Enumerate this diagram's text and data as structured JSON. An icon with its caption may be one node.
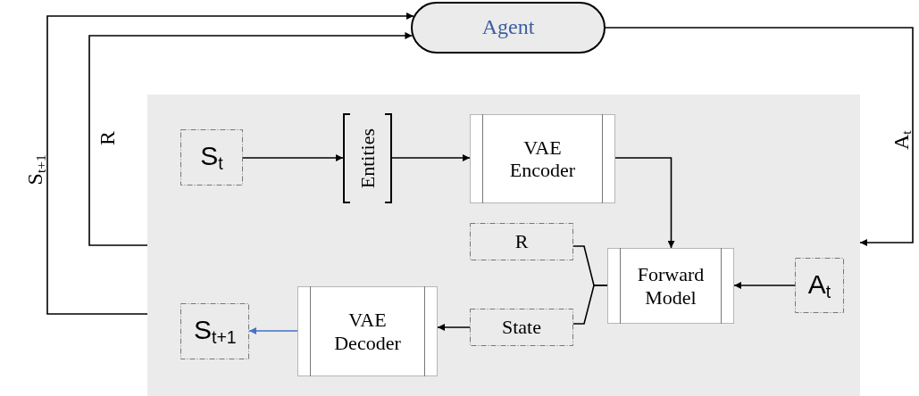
{
  "diagram": {
    "nodes": [
      {
        "text": [
          "Agent"
        ]
      },
      {
        "text": [],
        "shape": "box"
      },
      {
        "text": [
          "S$_{t}$"
        ],
        "in": 1
      },
      {
        "text": [
          "Entities"
        ],
        "in": 1
      },
      {
        "text": [
          "VAE Encoder"
        ],
        "in": 1
      },
      {
        "text": [
          "R"
        ],
        "in": 1
      },
      {
        "text": [
          "Forward Model"
        ],
        "in": 1
      },
      {
        "text": [
          "A$_{t}$"
        ],
        "in": 1
      },
      {
        "text": [
          "State"
        ],
        "in": 1
      },
      {
        "text": [
          "VAE Decoder"
        ],
        "in": 1
      },
      {
        "text": [
          "S$_{t+1}$"
        ],
        "in": 1
      }
    ],
    "edges": [
      {
        "from": 1,
        "to": 0,
        "arrow": "to",
        "label": "S$_{t+1}$"
      },
      {
        "from": 1,
        "to": 0,
        "arrow": "to",
        "label": "R"
      },
      {
        "from": 0,
        "to": 1,
        "arrow": "to",
        "label": "A$_{t}$"
      },
      {
        "from": 2,
        "to": 3,
        "arrow": "to"
      },
      {
        "from": 3,
        "to": 4,
        "arrow": "to"
      },
      {
        "from": 4,
        "to": 6,
        "arrow": "to"
      },
      {
        "from": 6,
        "to": 5,
        "arrow": "none"
      },
      {
        "from": 6,
        "to": 8,
        "arrow": "none"
      },
      {
        "from": 8,
        "to": 9,
        "arrow": "to"
      },
      {
        "from": 9,
        "to": 10,
        "arrow": "to",
        "color": "#4472c4"
      },
      {
        "from": 7,
        "to": 6,
        "arrow": "to"
      }
    ]
  }
}
